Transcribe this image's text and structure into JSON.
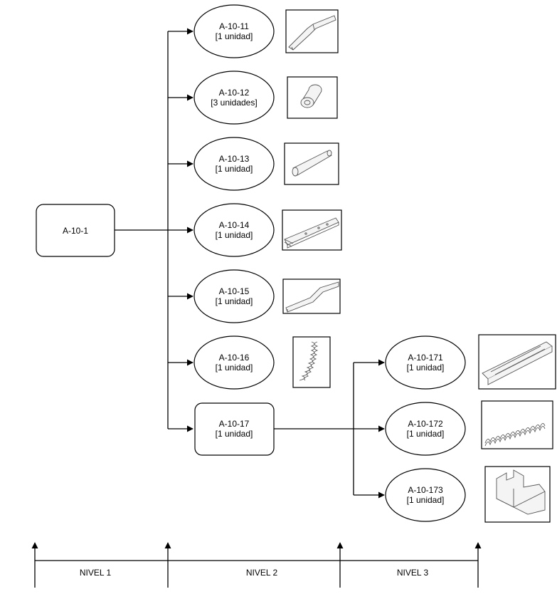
{
  "root": {
    "id": "A-10-1"
  },
  "level2": [
    {
      "id": "A-10-11",
      "qty": "[1 unidad]",
      "part_icon": "bracket-arm-icon"
    },
    {
      "id": "A-10-12",
      "qty": "[3 unidades]",
      "part_icon": "bushing-icon"
    },
    {
      "id": "A-10-13",
      "qty": "[1 unidad]",
      "part_icon": "tube-icon"
    },
    {
      "id": "A-10-14",
      "qty": "[1 unidad]",
      "part_icon": "rail-plate-icon"
    },
    {
      "id": "A-10-15",
      "qty": "[1 unidad]",
      "part_icon": "bent-lever-icon"
    },
    {
      "id": "A-10-16",
      "qty": "[1 unidad]",
      "part_icon": "coil-spring-icon"
    },
    {
      "id": "A-10-17",
      "qty": "[1 unidad]",
      "part_icon": null
    }
  ],
  "level3": [
    {
      "id": "A-10-171",
      "qty": "[1 unidad]",
      "part_icon": "channel-profile-icon"
    },
    {
      "id": "A-10-172",
      "qty": "[1 unidad]",
      "part_icon": "long-spring-icon"
    },
    {
      "id": "A-10-173",
      "qty": "[1 unidad]",
      "part_icon": "clip-bracket-icon"
    }
  ],
  "levels": [
    "NIVEL 1",
    "NIVEL 2",
    "NIVEL 3"
  ]
}
